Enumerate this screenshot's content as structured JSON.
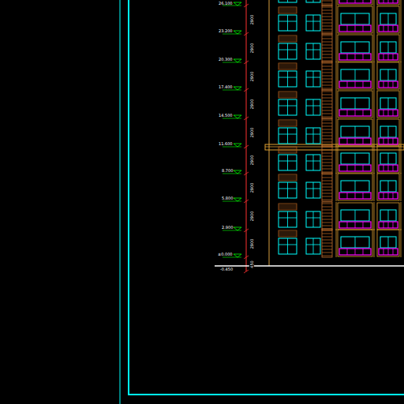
{
  "diagram": {
    "labels": [
      "26.100",
      "23.200",
      "20.300",
      "17.400",
      "14.500",
      "11.600",
      "8.700",
      "5.800",
      "2.900",
      "±0.000",
      "-0.450",
      "2900",
      "2900",
      "2900",
      "2900",
      "2900",
      "2900",
      "2900",
      "2900",
      "2900",
      "450"
    ]
  }
}
